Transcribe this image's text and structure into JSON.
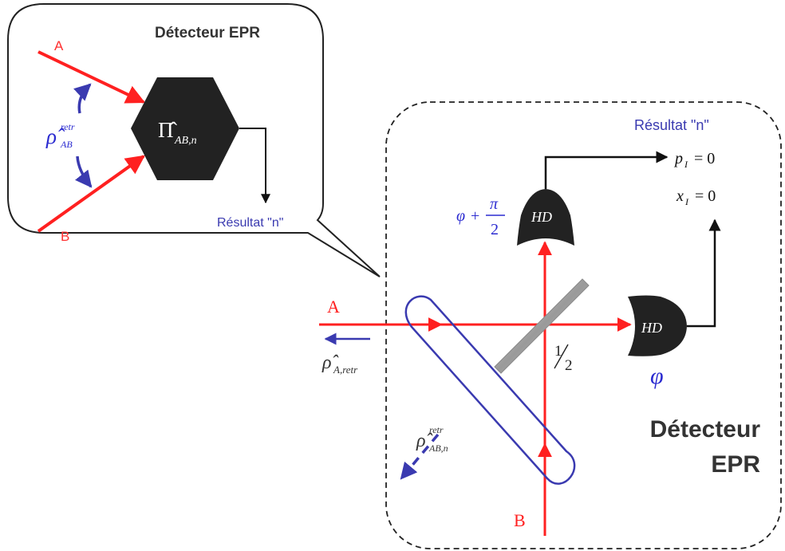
{
  "callout": {
    "title": "Détecteur EPR",
    "label_a": "A",
    "label_b": "B",
    "rho_symbol": "ρ̂",
    "rho_sup": "retr",
    "rho_sub": "AB",
    "projector_symbol": "Π̂",
    "projector_sub": "AB,n",
    "result": "Résultat \"n\""
  },
  "main": {
    "result": "Résultat \"n\"",
    "p_label": "p",
    "p_sub": "I",
    "p_eq": "= 0",
    "x_label": "x",
    "x_sub": "I",
    "x_eq": "= 0",
    "phase_top_phi": "φ",
    "phase_top_plus": "+",
    "phase_top_num": "π",
    "phase_top_den": "2",
    "hd_label": "HD",
    "phase_right": "φ",
    "input_a": "A",
    "input_b": "B",
    "splitter_num": "1",
    "splitter_den": "2",
    "rho_a_symbol": "ρ̂",
    "rho_a_sub": "A,retr",
    "rho_abn_symbol": "ρ̂",
    "rho_abn_sup": "retr",
    "rho_abn_sub": "AB,n",
    "detector_title_1": "Détecteur",
    "detector_title_2": "EPR"
  },
  "colors": {
    "beam": "#ff2020",
    "arrow_blue": "#3a3ab0",
    "text_blue": "#2b2bd0",
    "detector_fill": "#222222",
    "border": "#222222"
  }
}
